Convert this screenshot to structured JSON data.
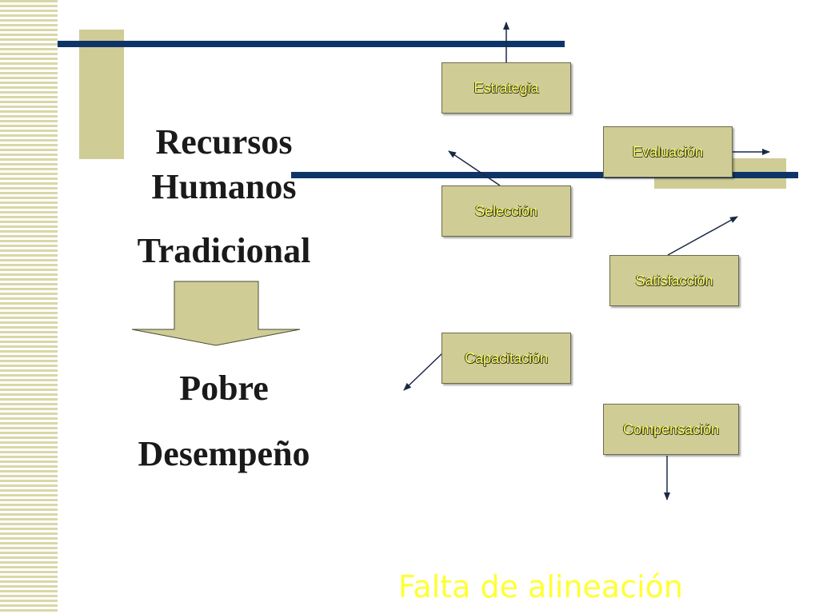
{
  "heading": {
    "line1": "Recursos",
    "line2": "Humanos",
    "line3": "Tradicional"
  },
  "result": {
    "line1": "Pobre",
    "line2": "Desempeño"
  },
  "boxes": {
    "estrategia": "Estrategia",
    "evaluacion": "Evaluación",
    "seleccion": "Selección",
    "satisfaccion": "Satisfacción",
    "capacitacion": "Capacitación",
    "compensacion": "Compensación"
  },
  "footer": "Falta de alineación",
  "colors": {
    "box_fill": "#cfcc96",
    "box_text": "#ffff66",
    "bar": "#0f3568",
    "footer": "#ffff33"
  }
}
